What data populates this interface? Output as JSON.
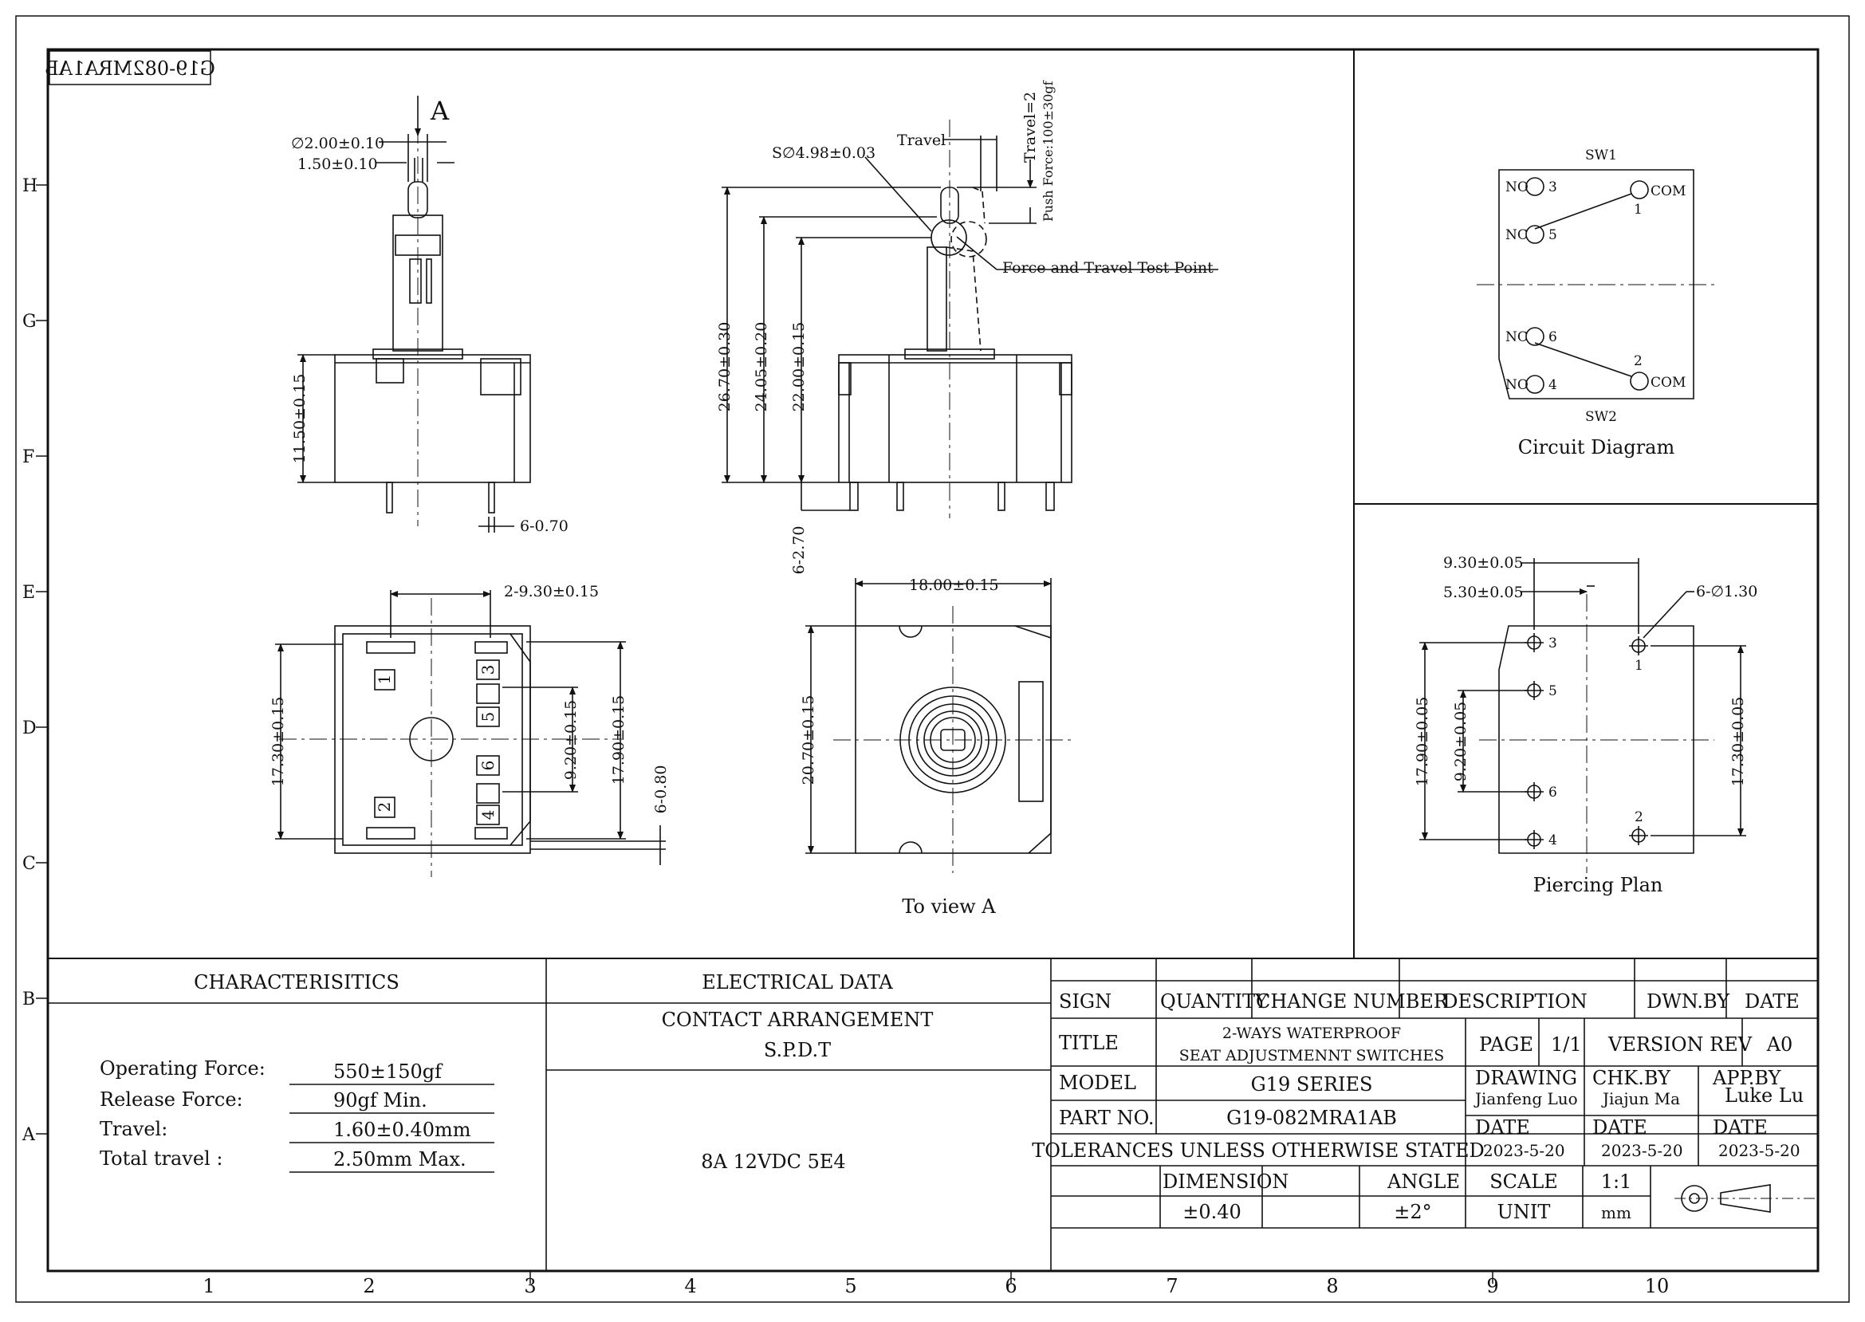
{
  "drawing_number_mirrored": "G19-082MRA1AB",
  "grid": {
    "rows": [
      "H",
      "G",
      "F",
      "E",
      "D",
      "C",
      "B",
      "A"
    ],
    "cols": [
      "1",
      "2",
      "3",
      "4",
      "5",
      "6",
      "7",
      "8",
      "9",
      "10"
    ]
  },
  "front_view": {
    "marker": "A",
    "dims": [
      "∅2.00±0.10",
      "1.50±0.10",
      "11.50±0.15",
      "6-0.70"
    ]
  },
  "side_view": {
    "dims": [
      "Travel",
      "Travel=2",
      "Push Force:100±30gf",
      "S∅4.98±0.03",
      "Force and Travel Test Point",
      "26.70±0.30",
      "24.05±0.20",
      "22.00±0.15",
      "6-2.70"
    ]
  },
  "bottom_view": {
    "dims": [
      "2-9.30±0.15",
      "17.30±0.15",
      "9.20±0.15",
      "17.90±0.15",
      "6-0.80"
    ],
    "pins": [
      "1",
      "2",
      "3",
      "5",
      "6",
      "4"
    ]
  },
  "view_a": {
    "dims": [
      "18.00±0.15",
      "20.70±0.15"
    ],
    "caption": "To view A"
  },
  "circuit": {
    "sw1": "SW1",
    "sw2": "SW2",
    "labels": [
      "NO",
      "3",
      "NC",
      "5",
      "COM",
      "1",
      "NC",
      "6",
      "NO",
      "4",
      "COM",
      "2"
    ],
    "caption": "Circuit Diagram"
  },
  "piercing": {
    "dims": [
      "9.30±0.05",
      "5.30±0.05",
      "6-∅1.30",
      "17.90±0.05",
      "9.20±0.05",
      "17.30±0.05"
    ],
    "pins": [
      "3",
      "5",
      "6",
      "4",
      "1",
      "2"
    ],
    "caption": "Piercing Plan"
  },
  "characteristics": {
    "heading": "CHARACTERISITICS",
    "rows": [
      {
        "label": "Operating Force:",
        "value": "550±150gf"
      },
      {
        "label": "Release Force:",
        "value": "90gf Min."
      },
      {
        "label": "Travel:",
        "value": "1.60±0.40mm"
      },
      {
        "label": "Total travel :",
        "value": "2.50mm Max."
      }
    ]
  },
  "electrical": {
    "heading": "ELECTRICAL DATA",
    "arrangement_label": "CONTACT ARRANGEMENT",
    "arrangement_value": "S.P.D.T",
    "rating": "8A 12VDC 5E4"
  },
  "title_block": {
    "sign": "SIGN",
    "quantity": "QUANTITY",
    "change_number": "CHANGE NUMBER",
    "description": "DESCRIPTION",
    "dwn_by": "DWN.BY",
    "date": "DATE",
    "title_label": "TITLE",
    "title_line1": "2-WAYS WATERPROOF",
    "title_line2": "SEAT ADJUSTMENNT SWITCHES",
    "page_label": "PAGE",
    "page_value": "1/1",
    "version_label": "VERSION REV",
    "version_value": "A0",
    "model_label": "MODEL",
    "model_value": "G19 SERIES",
    "drawing_label": "DRAWING",
    "drawing_value": "Jianfeng Luo",
    "chk_label": "CHK.BY",
    "chk_value": "Jiajun Ma",
    "app_label": "APP.BY",
    "app_value": "Luke Lu",
    "part_label": "PART NO.",
    "part_value": "G19-082MRA1AB",
    "date_label": "DATE",
    "date1": "2023-5-20",
    "date2": "2023-5-20",
    "date3": "2023-5-20",
    "tolerances": "TOLERANCES UNLESS OTHERWISE STATED",
    "dimension_label": "DIMENSION",
    "dimension_value": "±0.40",
    "angle_label": "ANGLE",
    "angle_value": "±2°",
    "scale_label": "SCALE",
    "scale_value": "1:1",
    "unit_label": "UNIT",
    "unit_value": "mm"
  }
}
